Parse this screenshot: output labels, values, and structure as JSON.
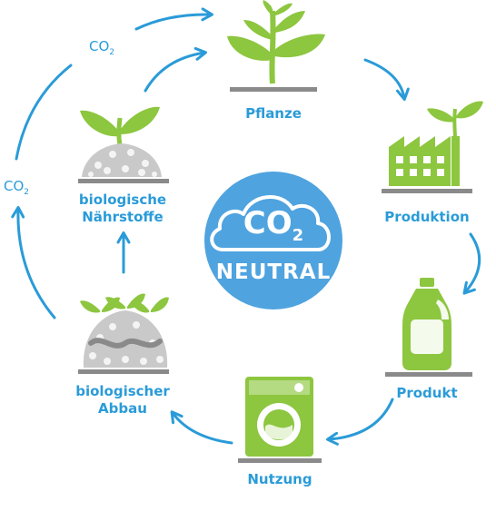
{
  "colors": {
    "blue": "#2a9bd8",
    "badge": "#4fa3df",
    "green": "#8dc63f",
    "gray": "#8a8a8a",
    "lightgray": "#c9c9c9"
  },
  "badge": {
    "main": "CO",
    "sub": "2",
    "line2": "NEUTRAL"
  },
  "co2_labels": [
    {
      "main": "CO",
      "sub": "2"
    },
    {
      "main": "CO",
      "sub": "2"
    }
  ],
  "stages": {
    "pflanze": "Pflanze",
    "produktion": "Produktion",
    "produkt": "Produkt",
    "nutzung": "Nutzung",
    "abbau_1": "biologischer",
    "abbau_2": "Abbau",
    "naehrstoffe_1": "biologische",
    "naehrstoffe_2": "Nährstoffe"
  },
  "icons": {
    "pflanze": "plant-icon",
    "produktion": "factory-icon",
    "produkt": "bottle-icon",
    "nutzung": "washing-machine-icon",
    "abbau": "compost-worm-icon",
    "naehrstoffe": "sprout-soil-icon"
  }
}
